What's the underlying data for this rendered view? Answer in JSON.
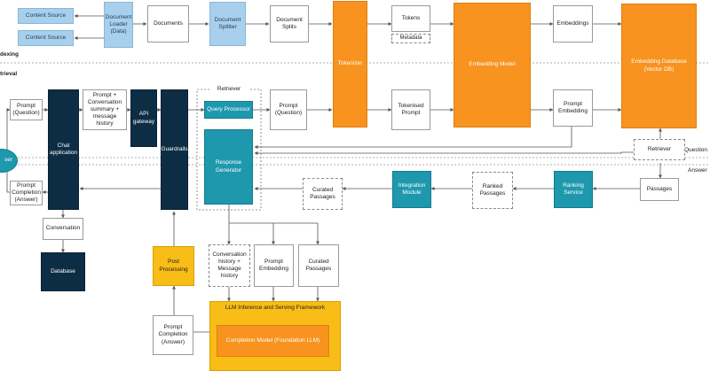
{
  "sections": {
    "indexing": "dexing",
    "retrieval": "trieval",
    "question": "Question",
    "answer": "Answer"
  },
  "nodes": {
    "content_source_1": "Content Source",
    "content_source_2": "Content Source",
    "document_loader": "Document Loader (Data)",
    "documents": "Documents",
    "document_splitter": "Document Splitter",
    "document_splits": "Document Splits",
    "tokenizer": "Tokenizer",
    "tokens": "Tokens",
    "metadata": "Metadata",
    "embedding_model": "Embedding Model",
    "embeddings": "Embeddings",
    "embedding_database": "Embedding Database (Vector DB)",
    "prompt_question_left": "Prompt (Question)",
    "chat_application": "Chat application",
    "prompt_conversation": "Prompt + Conversation summary + message history",
    "api_gateway": "API gateway",
    "guardrails": "Guardrails",
    "retriever_group_label": "Retriever",
    "query_processor": "Query Processor",
    "prompt_question_mid": "Prompt (Question)",
    "tokenised_prompt": "Tokenised Prompt",
    "prompt_embedding": "Prompt Embedding",
    "user": "ser",
    "response_generator": "Response Generator",
    "retriever": "Retriever",
    "prompt_completion_left": "Prompt Completion (Answer)",
    "curated_passages_mid": "Curated Passages",
    "integration_module": "Integration Module",
    "ranked_passages": "Ranked Passages",
    "ranking_service": "Ranking Service",
    "passages": "Passages",
    "conversation": "Conversation",
    "database": "Database",
    "post_processing": "Post Processing",
    "conv_history": "Conversation history + Message history",
    "prompt_embedding_bottom": "Prompt Embedding",
    "curated_passages_bottom": "Curated Passages",
    "llm_framework": "LLM Inference and Serving Framework",
    "completion_model": "Completion Model (Foundation LLM)",
    "prompt_completion_bottom": "Prompt Completion (Answer)"
  },
  "colors": {
    "light_blue": "#a8d0ec",
    "teal": "#1e98ad",
    "navy": "#0d2d45",
    "orange": "#f7931e",
    "yellow": "#f9bd17",
    "line": "#555555"
  }
}
